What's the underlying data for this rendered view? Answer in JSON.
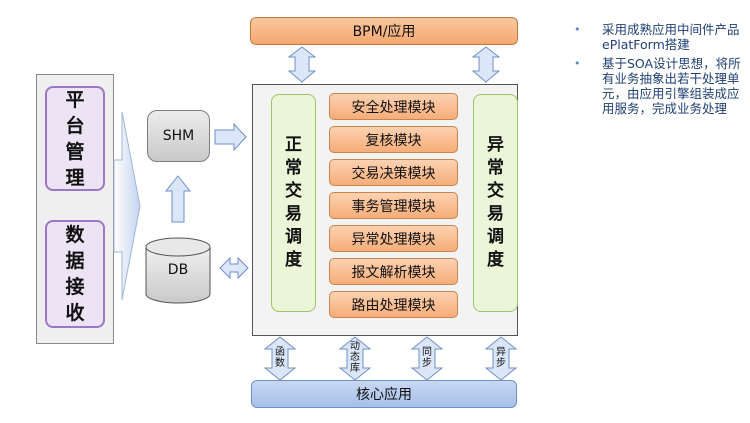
{
  "left_panel": {
    "platform_management": "平台管理",
    "data_receiving": "数据接收"
  },
  "shm_label": "SHM",
  "db_label": "DB",
  "bpm_label": "BPM/应用",
  "core_label": "核心应用",
  "normal_dispatch": "正常交易调度",
  "abnormal_dispatch": "异常交易调度",
  "modules": [
    "安全处理模块",
    "复核模块",
    "交易决策模块",
    "事务管理模块",
    "异常处理模块",
    "报文解析模块",
    "路由处理模块"
  ],
  "connectors": {
    "function": "函数",
    "dynamic_lib": "动态库",
    "sync": "同步",
    "async": "异步"
  },
  "notes": [
    "采用成熟应用中间件产品ePlatForm搭建",
    "基于SOA设计思想，将所有业务抽象出若干处理单元，由应用引擎组装成应用服务，完成业务处理"
  ],
  "bullet_symbol": "•",
  "colors": {
    "purple_fill": "#ece3f5",
    "purple_border": "#9a78c4",
    "orange_fill": "#f6ad79",
    "green_fill": "#ebf6d9",
    "blue_fill": "#a7c0ea",
    "arrow_fill": "#dbe7f8",
    "note_text": "#1f3f73"
  }
}
